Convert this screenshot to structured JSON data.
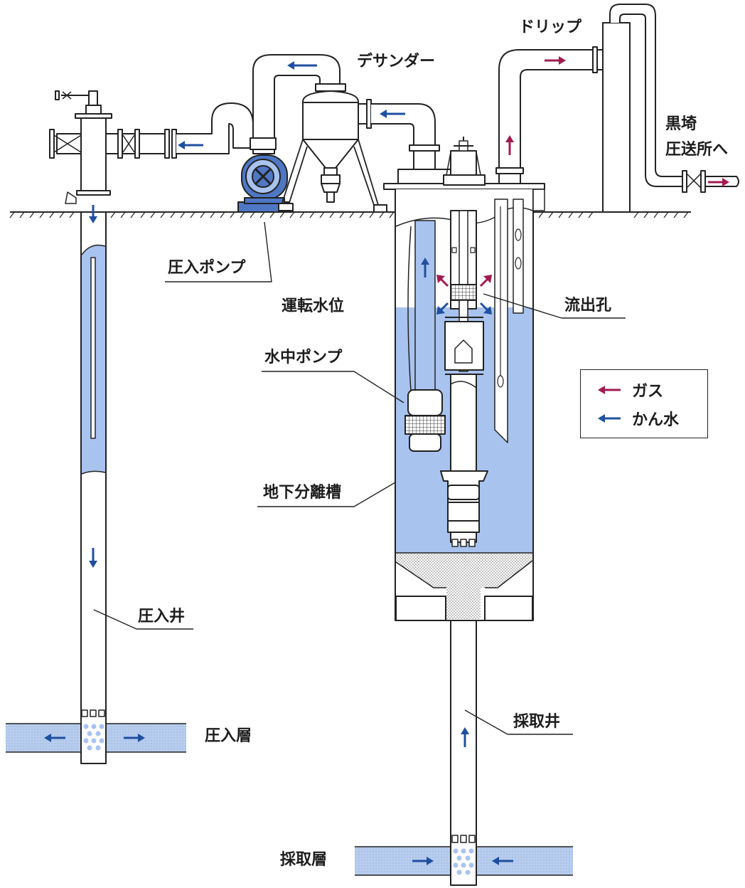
{
  "labels": {
    "drip": "ドリップ",
    "desander": "デサンダー",
    "kurosaki_line1": "黒埼",
    "kurosaki_line2": "圧送所へ",
    "injection_pump": "圧入ポンプ",
    "operating_water_level": "運転水位",
    "outflow_hole": "流出孔",
    "submersible_pump": "水中ポンプ",
    "underground_separation_tank": "地下分離槽",
    "injection_well": "圧入井",
    "injection_layer": "圧入層",
    "extraction_well": "採取井",
    "extraction_layer": "採取層"
  },
  "legend": {
    "gas_label": "ガス",
    "brine_label": "かん水",
    "gas_color": "#a01c50",
    "brine_color": "#1f4fa0"
  },
  "colors": {
    "water": "#a9c3ef",
    "layer": "#b7cdef",
    "line": "#222222",
    "pump": "#4f77c4",
    "gas_arrow": "#a01c50",
    "brine_arrow": "#1f4fa0"
  }
}
